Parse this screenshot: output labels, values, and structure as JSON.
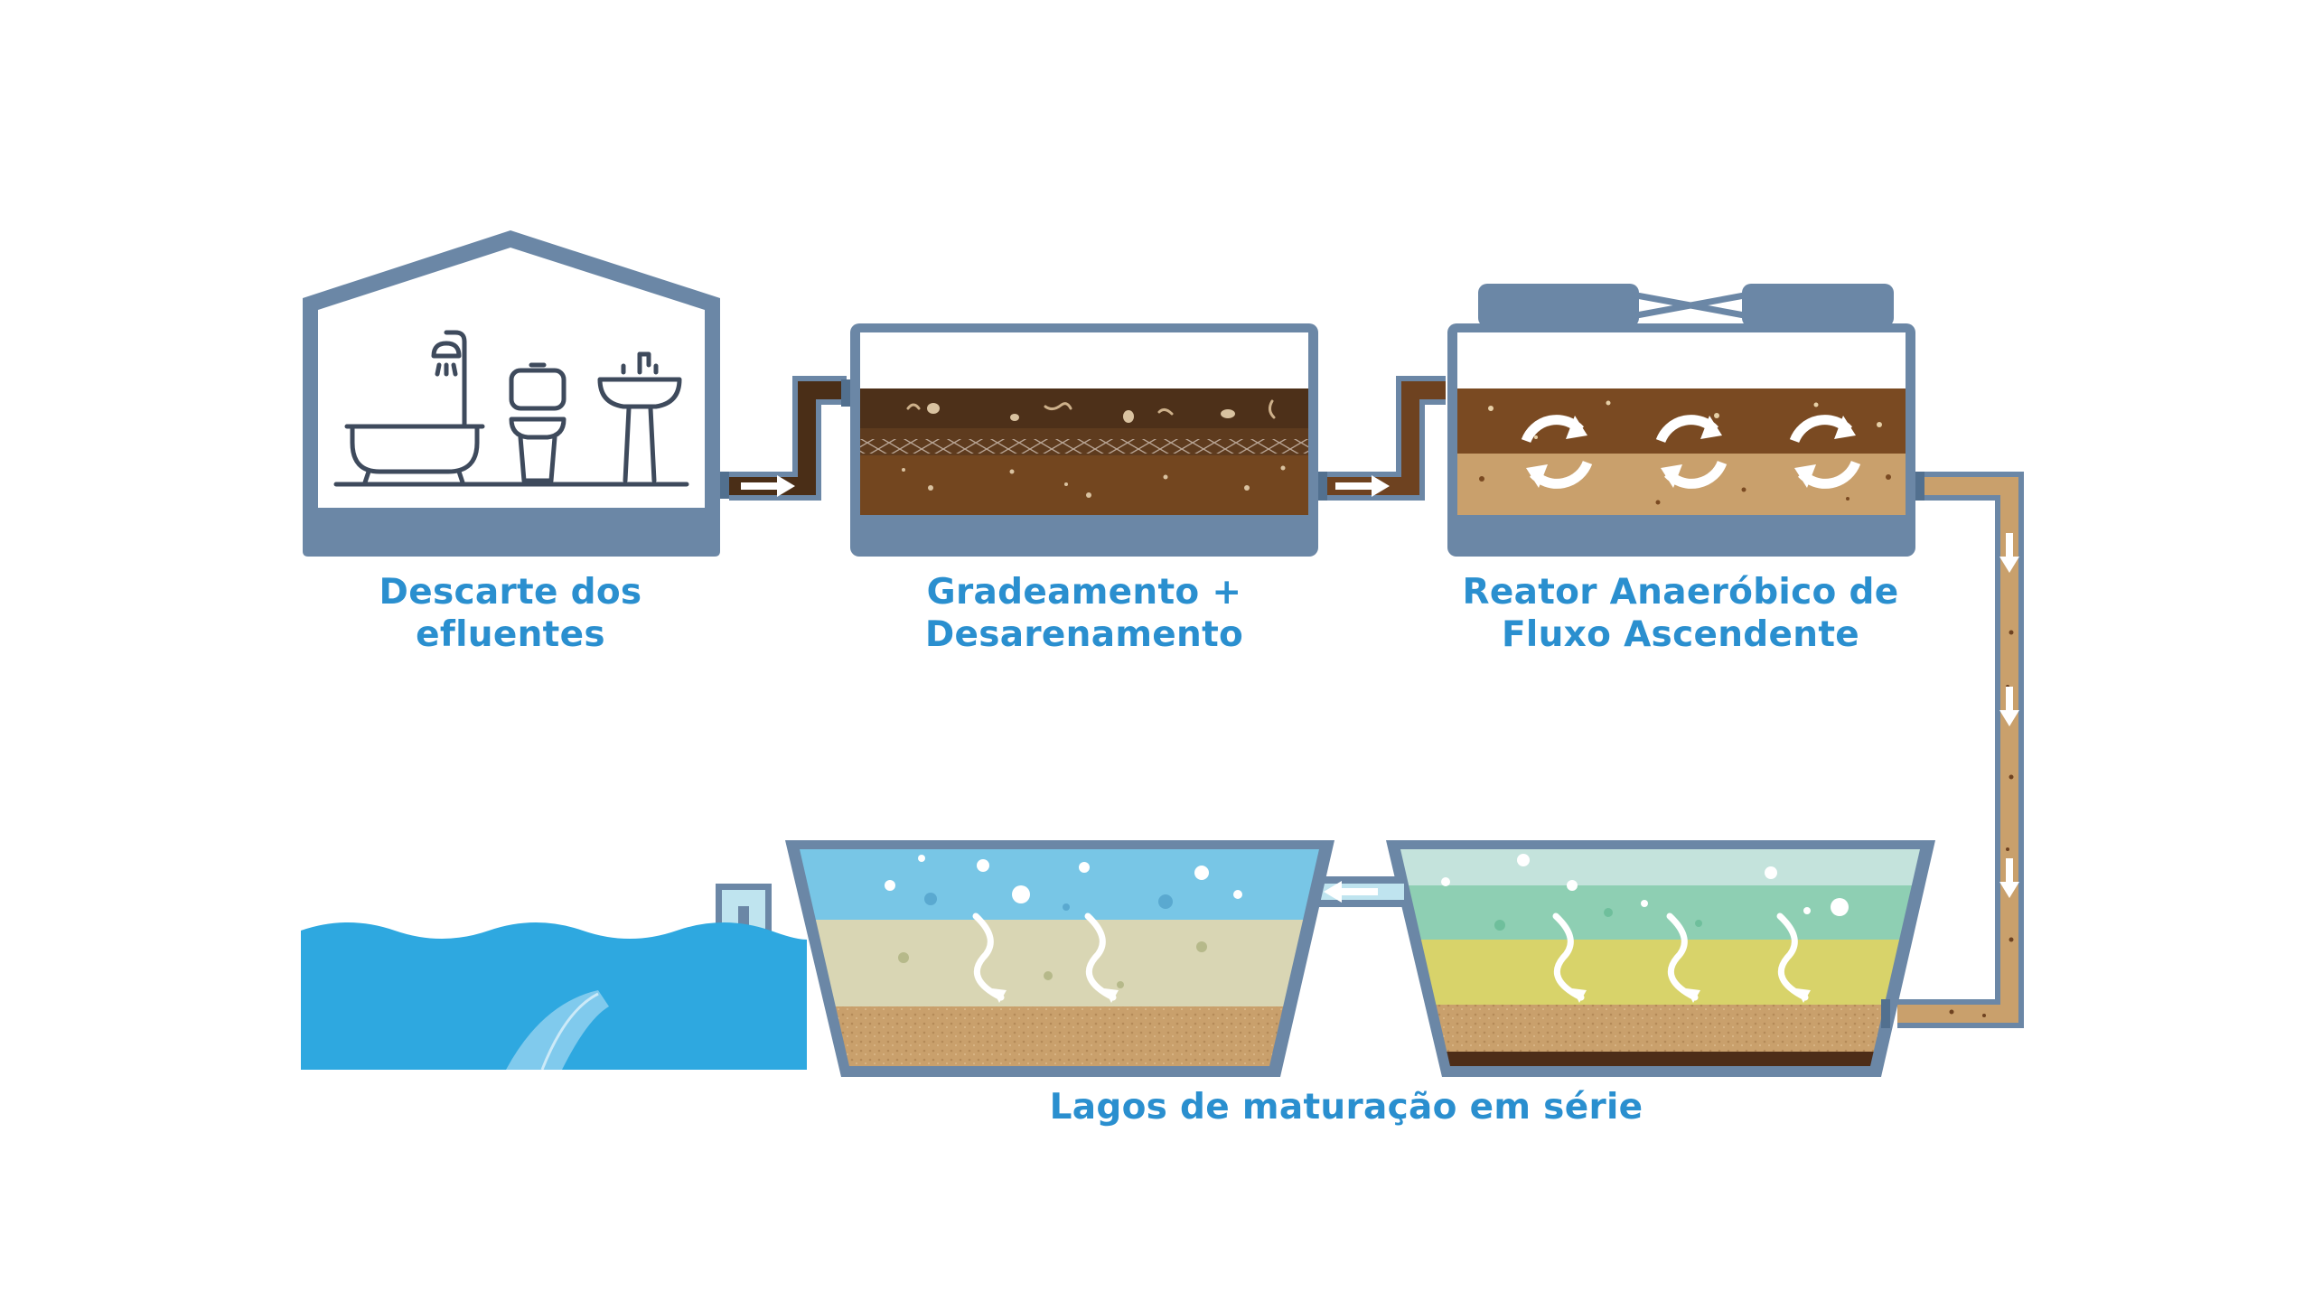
{
  "stages": [
    {
      "id": "descarte",
      "line1": "Descarte dos",
      "line2": "efluentes"
    },
    {
      "id": "gradeamento",
      "line1": "Gradeamento +",
      "line2": "Desarenamento"
    },
    {
      "id": "reator",
      "line1": "Reator Anaeróbico de",
      "line2": "Fluxo Ascendente"
    },
    {
      "id": "lagos",
      "line1": "Lagos de maturação em série"
    }
  ],
  "colors": {
    "frame": "#6b87a6",
    "label": "#2a8fcf",
    "sewage_dark": "#5a3a1c",
    "sewage_mid": "#7a4d26",
    "sand": "#c9a06c",
    "clean_water": "#2ea8e0",
    "pond_top": "#78c6e6",
    "pond_mid": "#d9d6b4",
    "algae_green": "#8ecfb3",
    "algae_yellow": "#d8d36a"
  },
  "icons": [
    "house-icon",
    "bathtub-icon",
    "shower-icon",
    "toilet-icon",
    "sink-icon",
    "circular-flow-icon",
    "flow-arrow-icon",
    "rising-gas-icon",
    "outlet-pipe-icon",
    "water-waves-icon"
  ]
}
